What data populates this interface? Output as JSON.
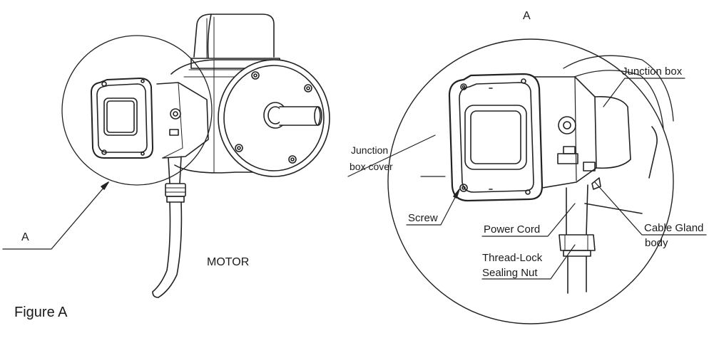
{
  "figure": {
    "caption": "Figure A",
    "motor_label": "MOTOR",
    "detail_marker_left": "A",
    "detail_marker_right": "A"
  },
  "callouts": {
    "junction_box": "Junction box",
    "junction_box_cover_line1": "Junction",
    "junction_box_cover_line2": "box cover",
    "screw": "Screw",
    "power_cord": "Power Cord",
    "cable_gland_line1": "Cable Gland",
    "cable_gland_line2": "body",
    "thread_lock_line1": "Thread-Lock",
    "thread_lock_line2": "Sealing Nut"
  }
}
